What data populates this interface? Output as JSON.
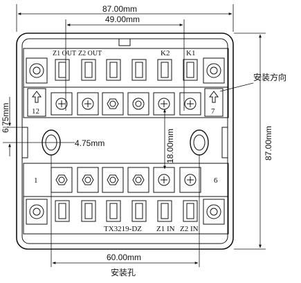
{
  "dimensions": {
    "overall_width": "87.00mm",
    "inner_width": "49.00mm",
    "overall_height": "87.00mm",
    "side_offset": "6.75mm",
    "hole_offset": "4.75mm",
    "hole_spacing_vertical": "18.00mm",
    "mounting_hole_spacing": "60.00mm"
  },
  "labels": {
    "top_left_1": "Z1 OUT",
    "top_left_2": "Z2 OUT",
    "top_right_1": "K2",
    "top_right_2": "K1",
    "terminal_12": "12",
    "terminal_7": "7",
    "terminal_1": "1",
    "terminal_6": "6",
    "model_text": "TX3219-DZ",
    "bottom_in_1": "Z1 IN",
    "bottom_in_2": "Z2 IN"
  },
  "annotations": {
    "install_direction": "安装方向",
    "mounting_hole": "安装孔"
  }
}
